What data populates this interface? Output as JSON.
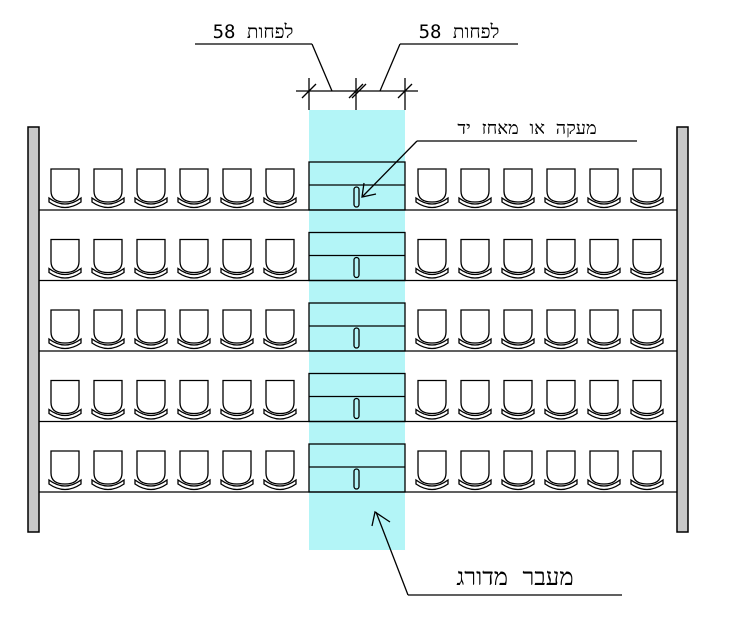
{
  "labels": {
    "width_left": "לפחות 58",
    "width_right": "לפחות 58",
    "handrail": "מעקה או מאחז יד",
    "stepped_aisle": "מעבר מדורג"
  },
  "colors": {
    "aisle_fill": "#b3f5f7",
    "wall_fill": "#c8c8c8",
    "line": "#000000"
  },
  "layout_counts": {
    "rows": 5,
    "seats_left_per_row": 6,
    "seats_right_per_row": 6
  }
}
